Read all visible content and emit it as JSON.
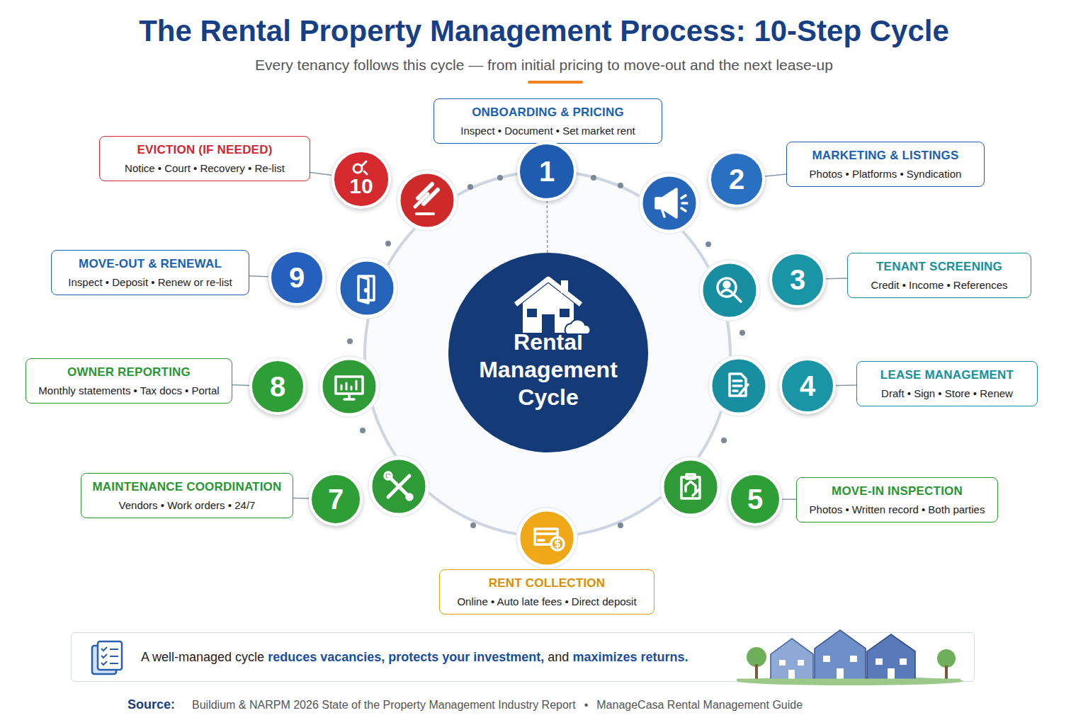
{
  "diagram": {
    "title": "The Rental Property Management Process: 10-Step Cycle",
    "caption": "Every tenancy follows this cycle — from initial pricing to move-out and the next lease-up",
    "nodes": [
      {
        "text": [
          "ONBOARDING & PRICING",
          "Inspect • Document • Set market rent"
        ]
      },
      {
        "text": [
          "1"
        ]
      },
      {
        "text": [
          "MARKETING & LISTINGS",
          "Photos • Platforms • Syndication"
        ]
      },
      {
        "text": [
          "2"
        ]
      },
      {
        "text": [
          "TENANT SCREENING",
          "Credit • Income • References"
        ]
      },
      {
        "text": [
          "3"
        ]
      },
      {
        "text": [
          "LEASE MANAGEMENT",
          "Draft • Sign • Store • Renew"
        ]
      },
      {
        "text": [
          "4"
        ]
      },
      {
        "text": [
          "MOVE-IN INSPECTION",
          "Photos • Written record • Both parties"
        ]
      },
      {
        "text": [
          "5"
        ]
      },
      {
        "text": [
          "RENT COLLECTION",
          "Online • Auto late fees • Direct deposit"
        ]
      },
      {
        "text": [
          "MAINTENANCE COORDINATION",
          "Vendors • Work orders • 24/7"
        ]
      },
      {
        "text": [
          "7"
        ]
      },
      {
        "text": [
          "OWNER REPORTING",
          "Monthly statements • Tax docs • Portal"
        ]
      },
      {
        "text": [
          "8"
        ]
      },
      {
        "text": [
          "MOVE-OUT & RENEWAL",
          "Inspect • Deposit • Renew or re-list"
        ]
      },
      {
        "text": [
          "9"
        ]
      },
      {
        "text": [
          "EVICTION (IF NEEDED)",
          "Notice • Court • Recovery • Re-list"
        ]
      },
      {
        "text": [
          "10"
        ]
      },
      {
        "text": [
          "Rental Management Cycle"
        ]
      },
      {
        "text": [
          "A well-managed cycle",
          "reduces vacancies, protects your investment,",
          "and",
          "maximizes returns."
        ]
      }
    ],
    "edges": [
      {
        "from": 1,
        "to": 0,
        "arrow": "none"
      },
      {
        "from": 3,
        "to": 2,
        "arrow": "none"
      },
      {
        "from": 5,
        "to": 4,
        "arrow": "none"
      },
      {
        "from": 7,
        "to": 6,
        "arrow": "none"
      },
      {
        "from": 9,
        "to": 8,
        "arrow": "none"
      },
      {
        "from": 12,
        "to": 11,
        "arrow": "none"
      },
      {
        "from": 14,
        "to": 13,
        "arrow": "none"
      },
      {
        "from": 16,
        "to": 15,
        "arrow": "none"
      },
      {
        "from": 18,
        "to": 17,
        "arrow": "none"
      },
      {
        "from": 19,
        "to": 1,
        "arrow": "none"
      }
    ],
    "labels": [
      "Source:",
      "Buildium & NARPM 2026 State of the Property Management Industry Report",
      "•",
      "ManageCasa Rental Management Guide"
    ]
  }
}
